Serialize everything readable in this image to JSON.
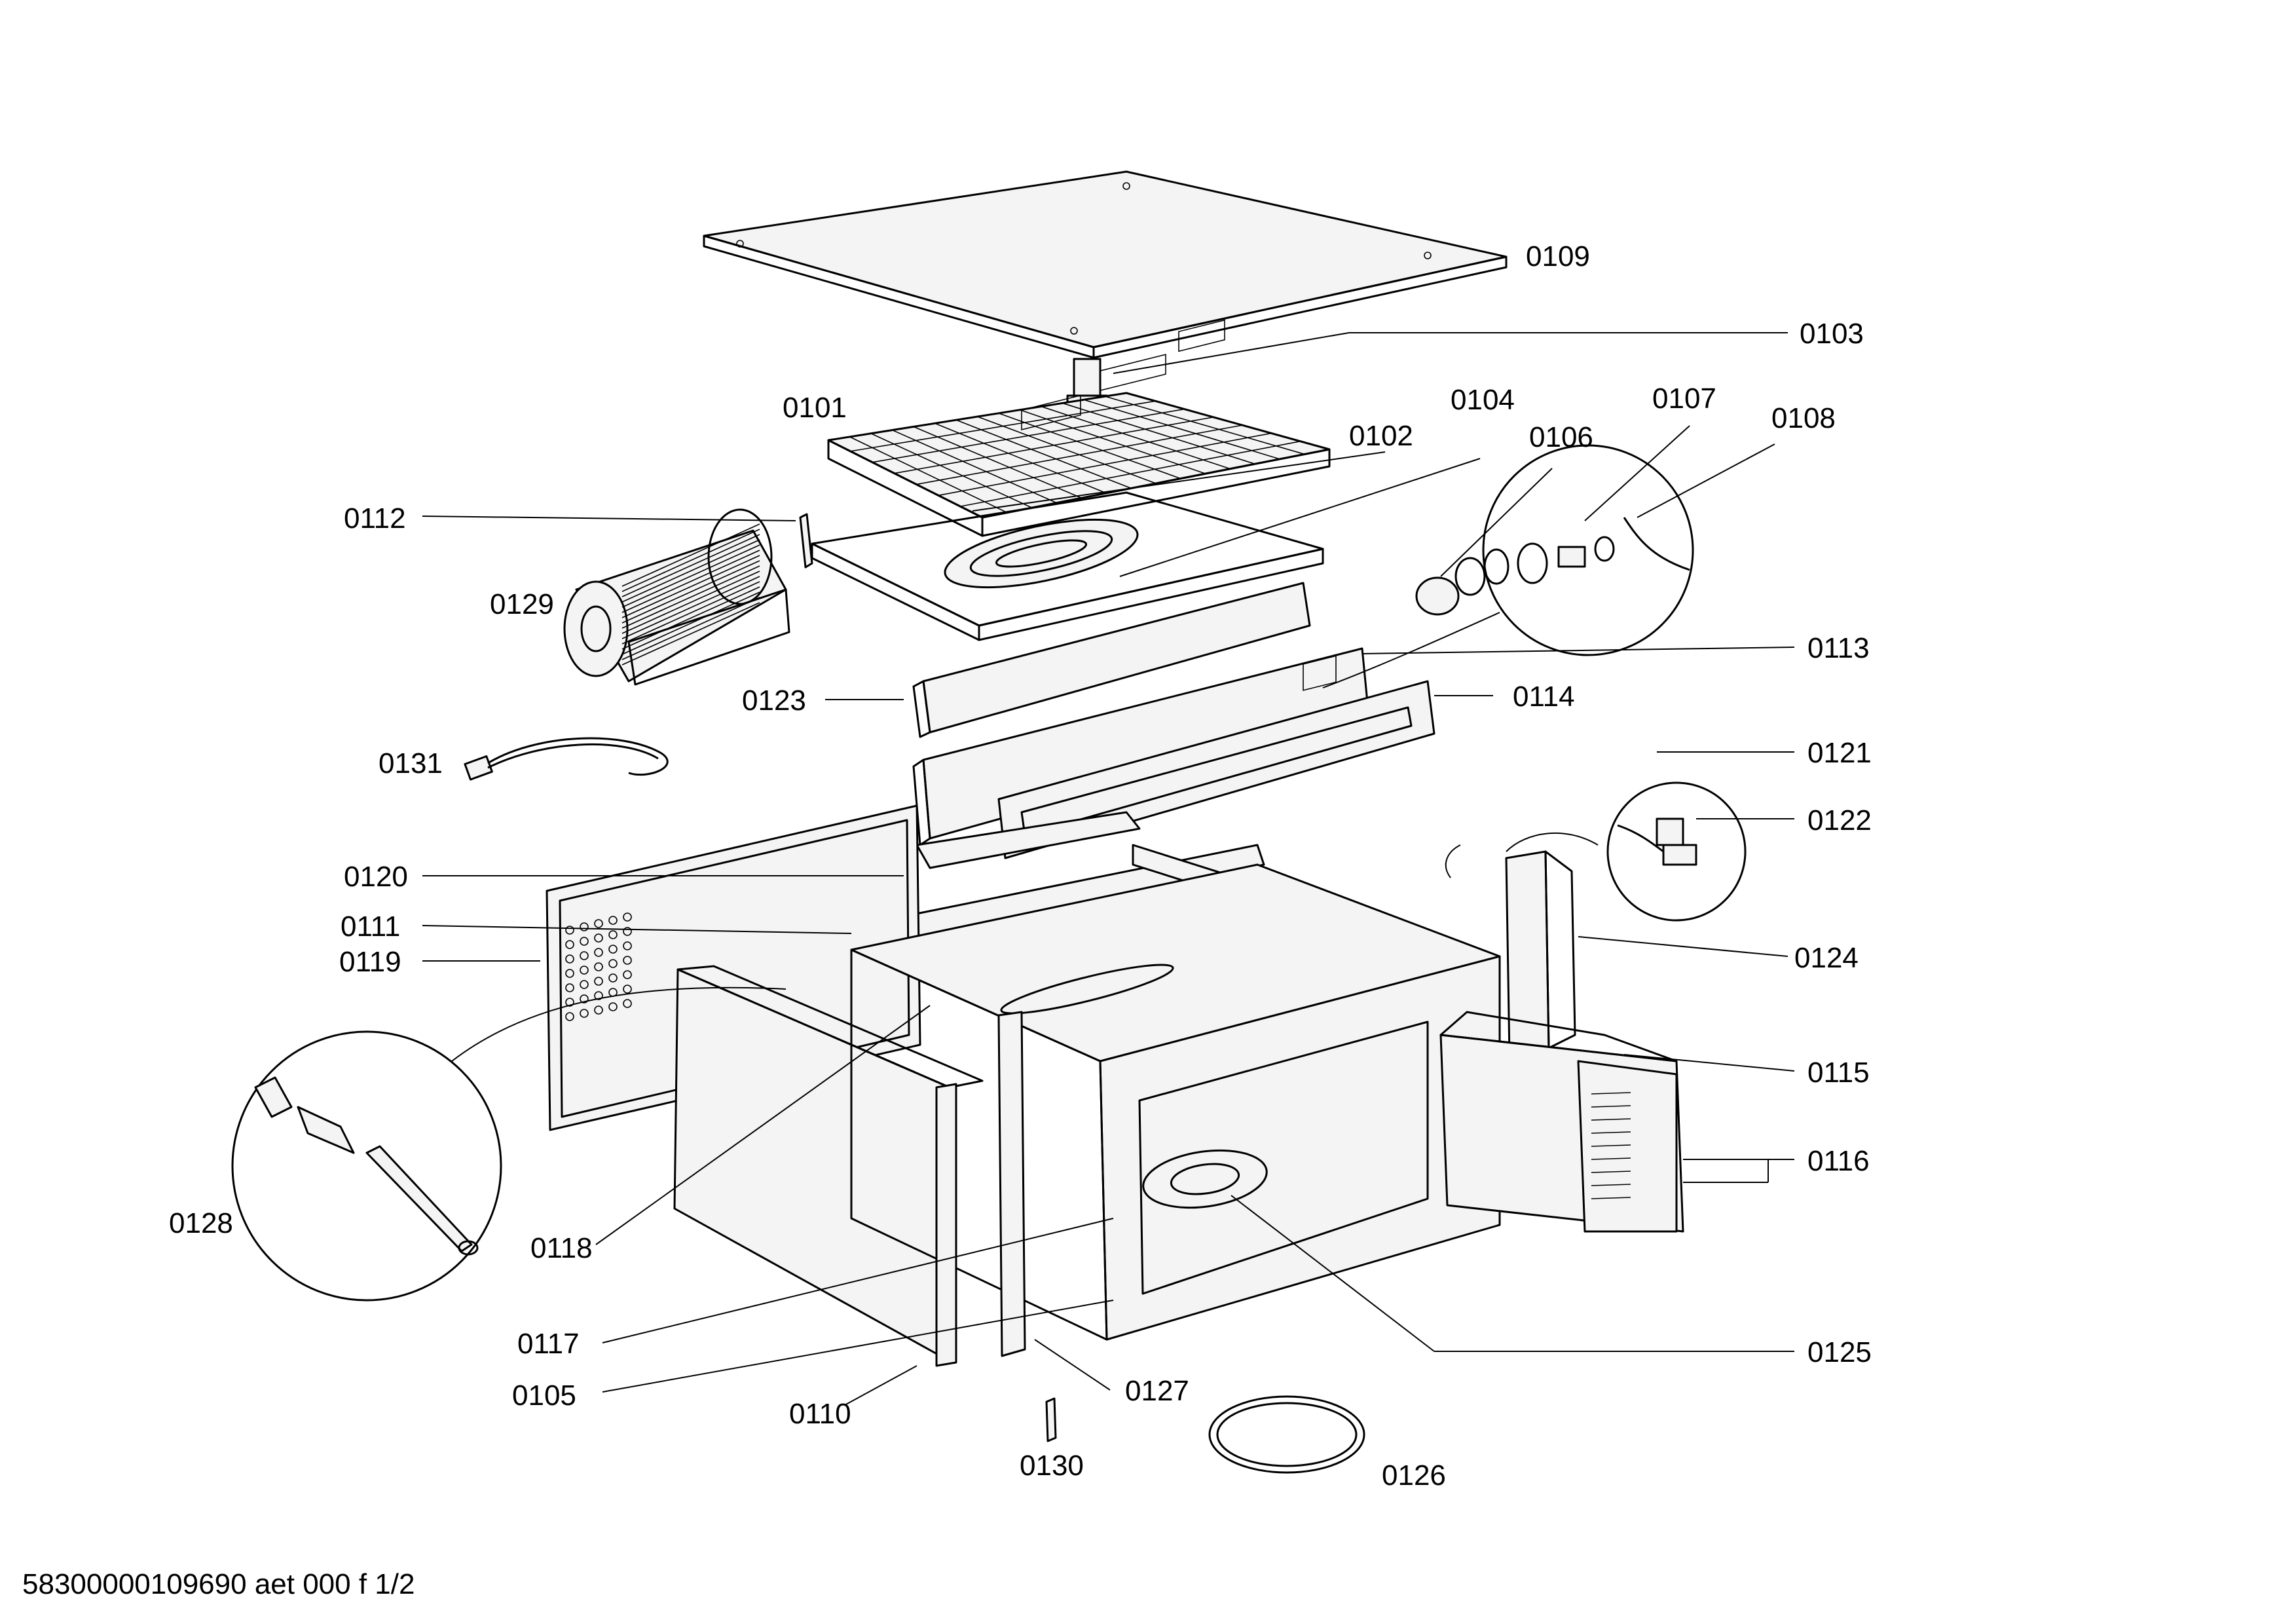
{
  "callouts": {
    "c0101": "0101",
    "c0102": "0102",
    "c0103": "0103",
    "c0104": "0104",
    "c0105": "0105",
    "c0106": "0106",
    "c0107": "0107",
    "c0108": "0108",
    "c0109": "0109",
    "c0110": "0110",
    "c0111": "0111",
    "c0112": "0112",
    "c0113": "0113",
    "c0114": "0114",
    "c0115": "0115",
    "c0116": "0116",
    "c0117": "0117",
    "c0118": "0118",
    "c0119": "0119",
    "c0120": "0120",
    "c0121": "0121",
    "c0122": "0122",
    "c0123": "0123",
    "c0124": "0124",
    "c0125": "0125",
    "c0126": "0126",
    "c0127": "0127",
    "c0128": "0128",
    "c0129": "0129",
    "c0130": "0130",
    "c0131": "0131"
  },
  "footer": {
    "document_code": "58300000109690 aet 000 f 1/2"
  }
}
